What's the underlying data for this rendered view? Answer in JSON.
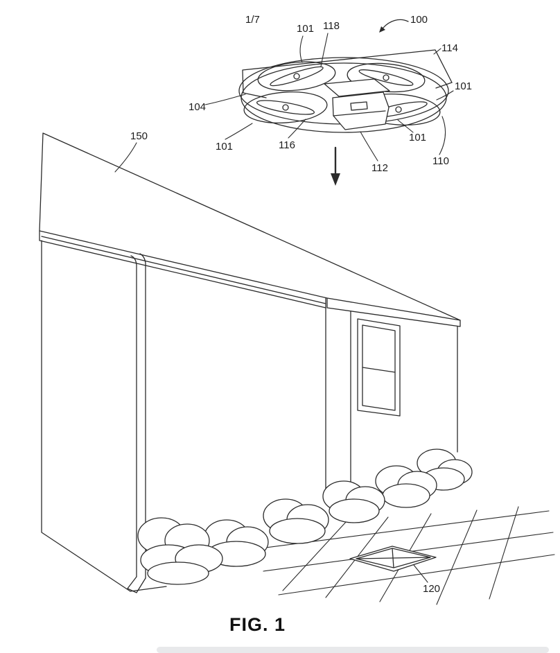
{
  "page": {
    "background": "#ffffff",
    "ink": "#2b2b2b"
  },
  "figure": {
    "page_indicator": "1/7",
    "caption": "FIG. 1",
    "refs": {
      "r100": "100",
      "r101_top": "101",
      "r101_right": "101",
      "r101_bottom_left": "101",
      "r101_bottom_right": "101",
      "r104": "104",
      "r110": "110",
      "r112": "112",
      "r114": "114",
      "r116": "116",
      "r118": "118",
      "r120": "120",
      "r150": "150"
    }
  }
}
